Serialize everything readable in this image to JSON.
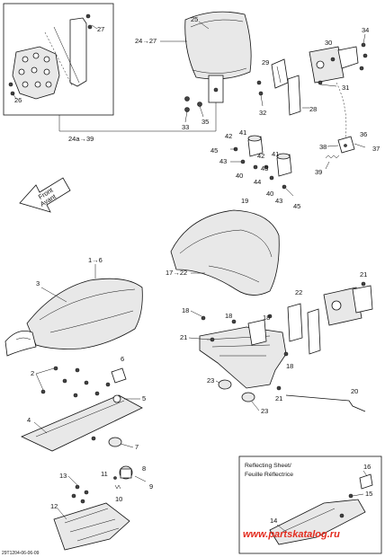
{
  "callouts": {
    "c1_6": "1→6",
    "c2": "2",
    "c3": "3",
    "c4": "4",
    "c5": "5",
    "c6": "6",
    "c7": "7",
    "c8": "8",
    "c9": "9",
    "c10": "10",
    "c11": "11",
    "c12": "12",
    "c13": "13",
    "c14": "14",
    "c15": "15",
    "c16": "16",
    "c17_22": "17→22",
    "c18a": "18",
    "c18b": "18",
    "c18c": "18",
    "c18d": "18",
    "c19": "19",
    "c20": "20",
    "c21a": "21",
    "c21b": "21",
    "c21c": "21",
    "c22": "22",
    "c23a": "23",
    "c23b": "23",
    "c24_27": "24→27",
    "c24a_39": "24a→39",
    "c25": "25",
    "c26": "26",
    "c27": "27",
    "c28": "28",
    "c29": "29",
    "c30": "30",
    "c31": "31",
    "c32": "32",
    "c33": "33",
    "c34": "34",
    "c35": "35",
    "c36": "36",
    "c37": "37",
    "c38": "38",
    "c39": "39",
    "c40a": "40",
    "c40b": "40",
    "c41a": "41",
    "c41b": "41",
    "c42a": "42",
    "c42b": "42",
    "c43a": "43",
    "c43b": "43",
    "c44": "44",
    "c45a": "45",
    "c45b": "45"
  },
  "front_arrow": {
    "line1": "Front",
    "line2": "Avant"
  },
  "reflecting_box": {
    "line1": "Reflecting Sheet/",
    "line2": "Feuille Réflectrice"
  },
  "watermark": "www.partskatalog.ru",
  "diagram_code": "29T1204-06-06-09",
  "colors": {
    "watermark": "#e32b1e",
    "lines": "#111111"
  }
}
